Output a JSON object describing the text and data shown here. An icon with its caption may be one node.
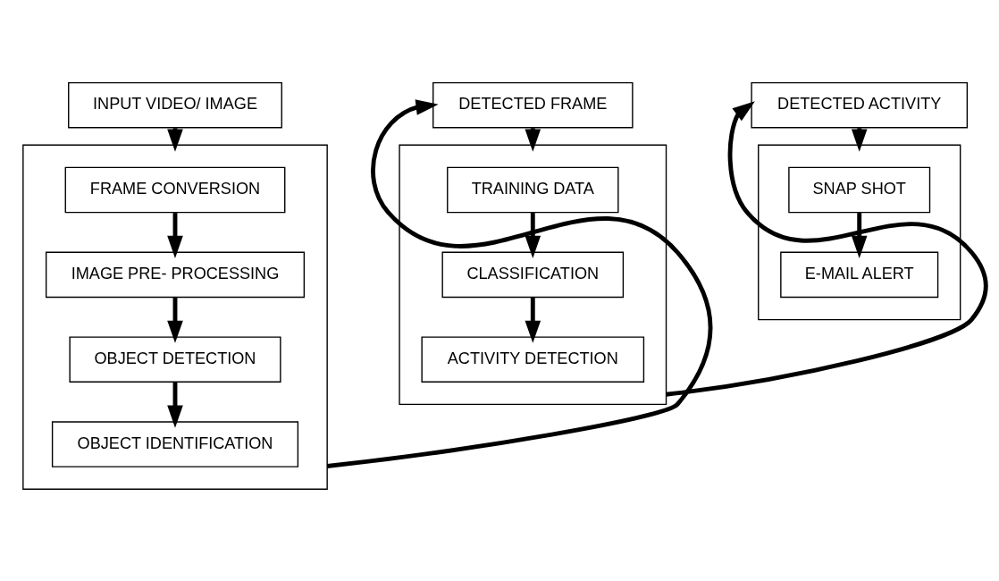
{
  "diagram": {
    "nodes": [
      {
        "text": [
          "INPUT VIDEO/ IMAGE"
        ]
      },
      {
        "text": [],
        "shape": "box"
      },
      {
        "text": [
          "FRAME CONVERSION"
        ],
        "in": 1
      },
      {
        "text": [
          "IMAGE PRE- PROCESSING"
        ],
        "in": 1
      },
      {
        "text": [
          "OBJECT DETECTION"
        ],
        "in": 1
      },
      {
        "text": [
          "OBJECT IDENTIFICATION"
        ],
        "in": 1
      },
      {
        "text": [
          "DETECTED FRAME"
        ]
      },
      {
        "text": [],
        "shape": "box"
      },
      {
        "text": [
          "TRAINING DATA"
        ],
        "in": 7
      },
      {
        "text": [
          "CLASSIFICATION"
        ],
        "in": 7
      },
      {
        "text": [
          "ACTIVITY DETECTION"
        ],
        "in": 7
      },
      {
        "text": [
          "DETECTED ACTIVITY"
        ]
      },
      {
        "text": [],
        "shape": "box"
      },
      {
        "text": [
          "SNAP SHOT"
        ],
        "in": 12
      },
      {
        "text": [
          "E-MAIL ALERT"
        ],
        "in": 12
      }
    ],
    "edges": [
      {
        "from": 0,
        "to": 1,
        "arrow": "to"
      },
      {
        "from": 2,
        "to": 3,
        "arrow": "to"
      },
      {
        "from": 3,
        "to": 4,
        "arrow": "to"
      },
      {
        "from": 4,
        "to": 5,
        "arrow": "to"
      },
      {
        "from": 1,
        "to": 6,
        "arrow": "to"
      },
      {
        "from": 6,
        "to": 7,
        "arrow": "to"
      },
      {
        "from": 8,
        "to": 9,
        "arrow": "to"
      },
      {
        "from": 9,
        "to": 10,
        "arrow": "to"
      },
      {
        "from": 7,
        "to": 11,
        "arrow": "to"
      },
      {
        "from": 11,
        "to": 12,
        "arrow": "to"
      },
      {
        "from": 13,
        "to": 14,
        "arrow": "to"
      }
    ]
  }
}
